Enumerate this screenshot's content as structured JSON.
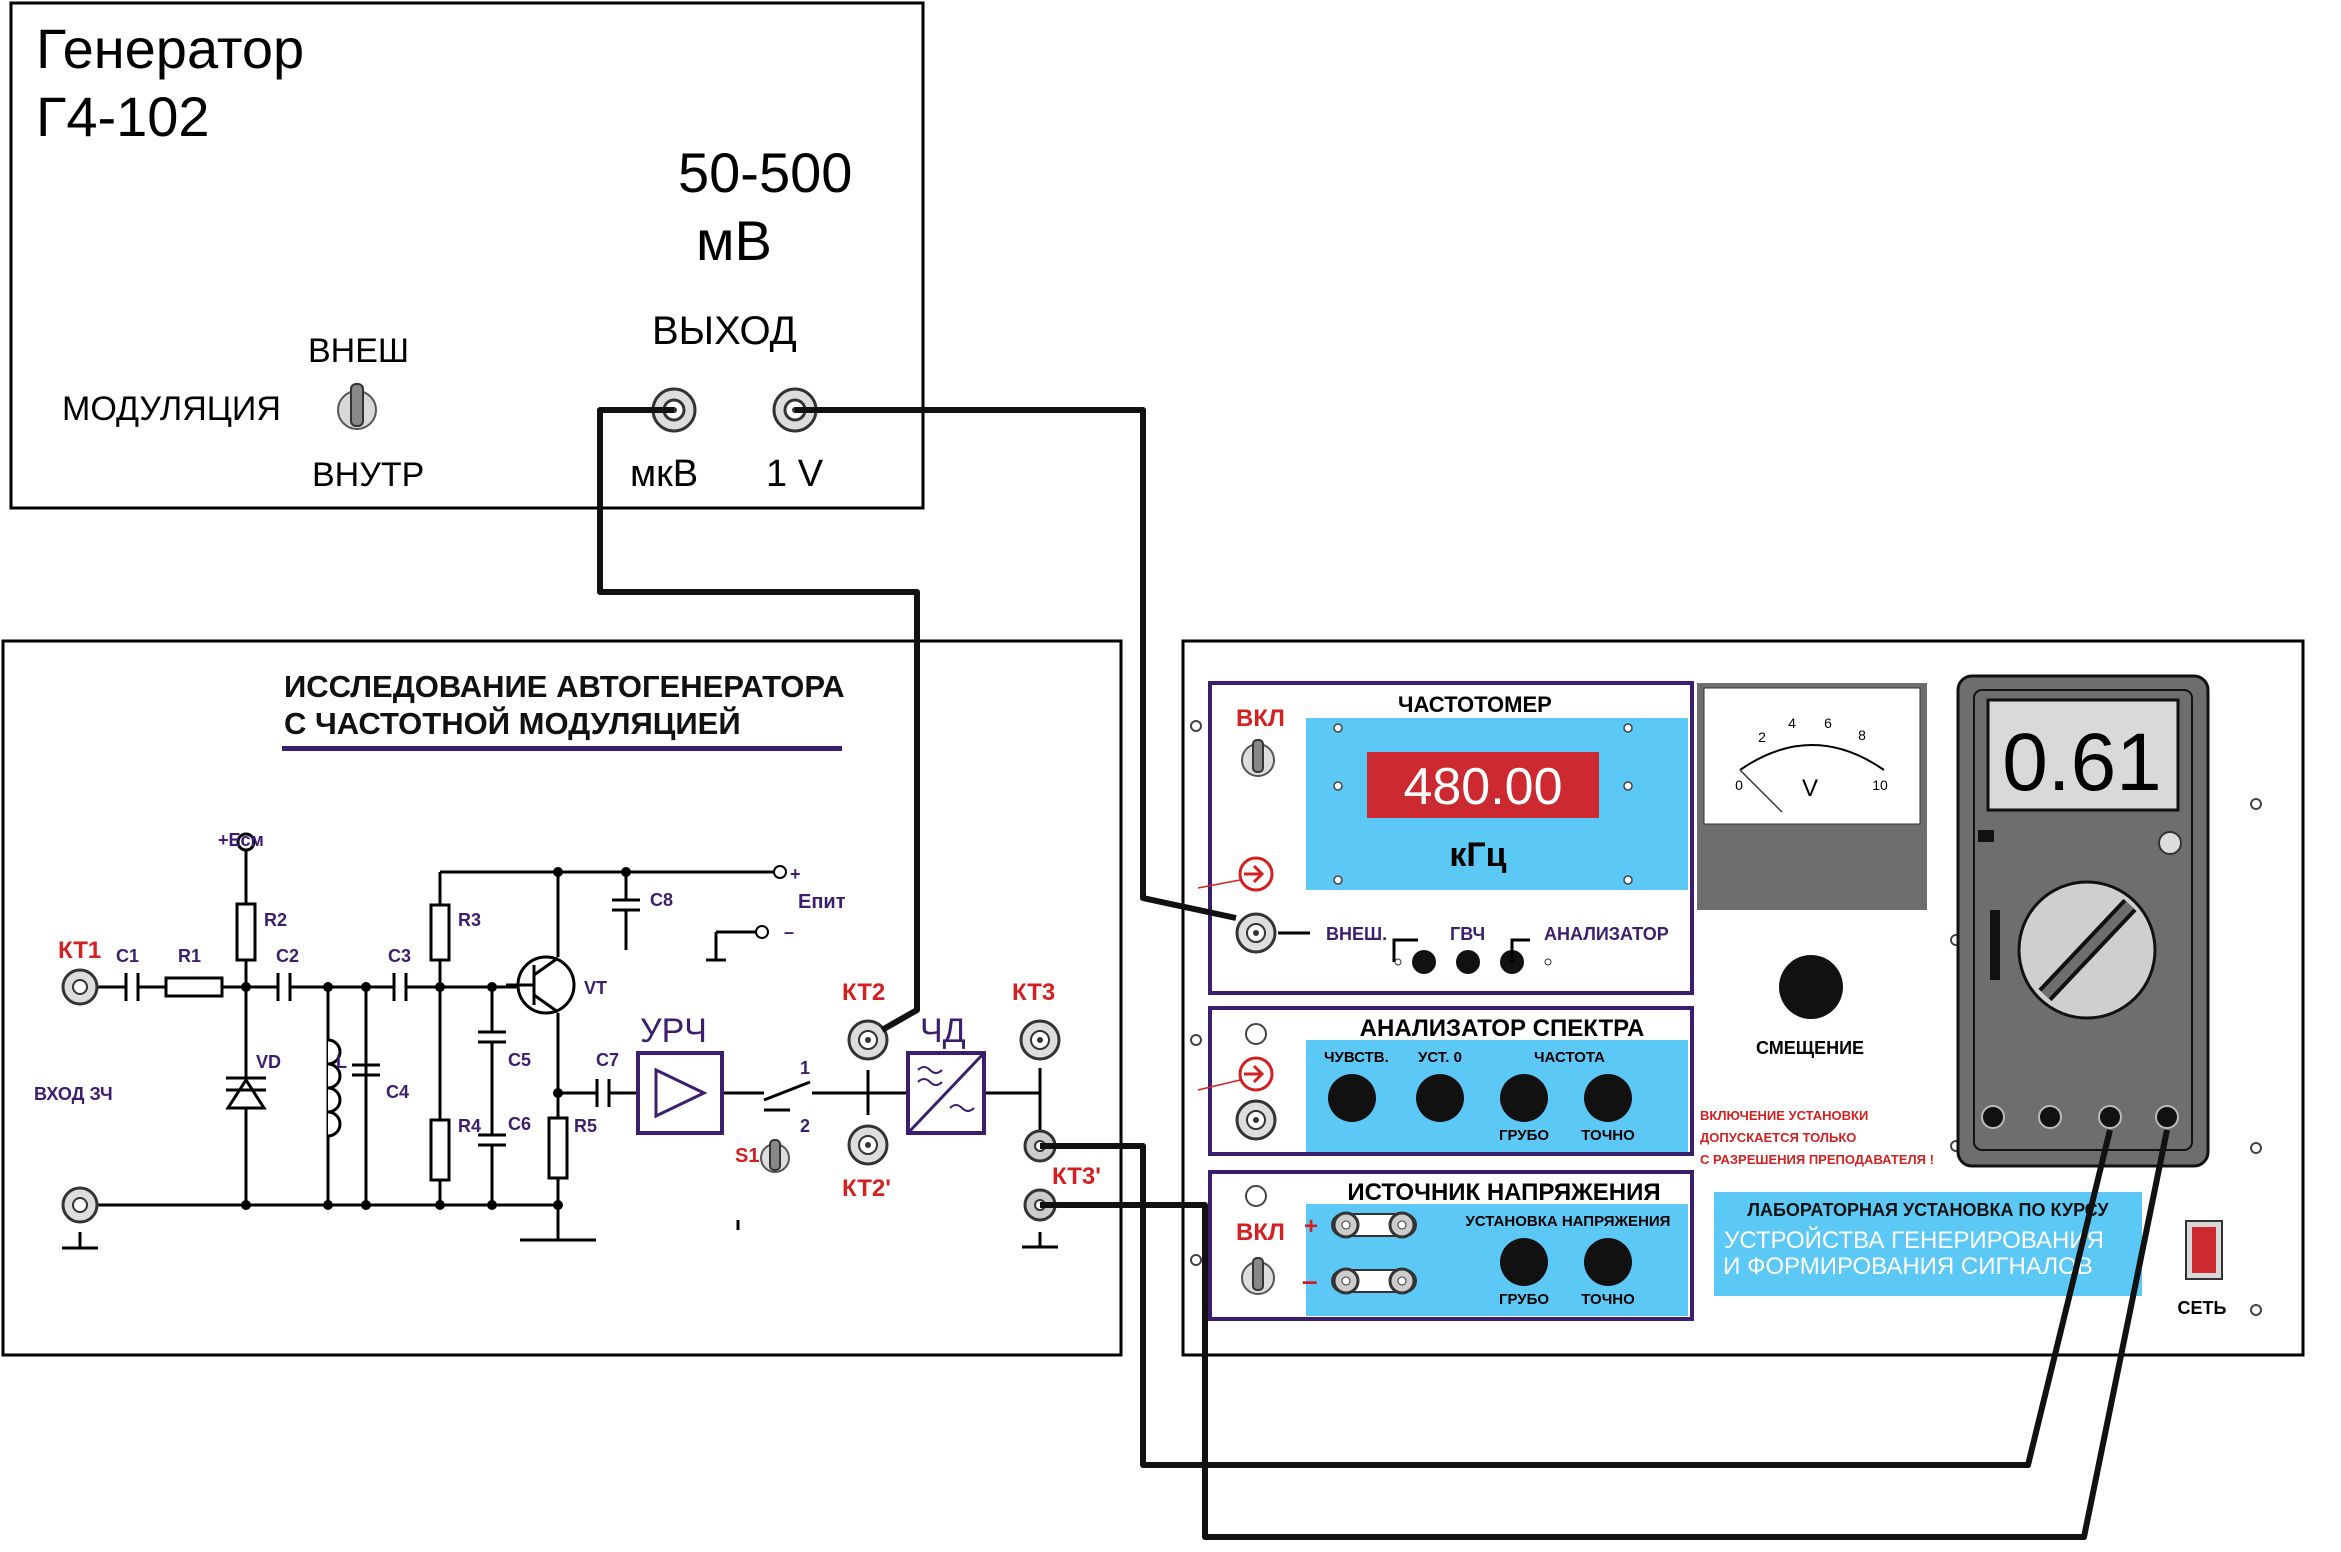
{
  "generator": {
    "title_line1": "Генератор",
    "title_line2": "Г4-102",
    "range": "50-500",
    "range_unit": "мВ",
    "output_label": "ВЫХОД",
    "mod_label": "МОДУЛЯЦИЯ",
    "mod_ext": "ВНЕШ",
    "mod_int": "ВНУТР",
    "jack_mkv": "мкВ",
    "jack_1v": "1 V"
  },
  "board": {
    "title_line1": "ИССЛЕДОВАНИЕ  АВТОГЕНЕРАТОРА",
    "title_line2": "С  ЧАСТОТНОЙ  МОДУЛЯЦИЕЙ",
    "kt1": "КТ1",
    "kt2": "КТ2",
    "kt2p": "КТ2'",
    "kt3": "КТ3",
    "kt3p": "КТ3'",
    "input_label": "ВХОД  ЗЧ",
    "e_sm": "+Eсм",
    "e_pit": "Eпит",
    "plus": "+",
    "minus": "–",
    "urch": "УРЧ",
    "chd": "ЧД",
    "s1": "S1",
    "sw1": "1",
    "sw2": "2",
    "c1": "C1",
    "r1": "R1",
    "c2": "C2",
    "r2": "R2",
    "c3": "C3",
    "r3": "R3",
    "c4": "C4",
    "c5": "C5",
    "c6": "C6",
    "c7": "C7",
    "c8": "C8",
    "r4": "R4",
    "r5": "R5",
    "vd": "VD",
    "l": "L",
    "vt": "VT"
  },
  "freq_meter": {
    "title": "ЧАСТОТОМЕР",
    "on": "ВКЛ",
    "value": "480.00",
    "unit": "кГц",
    "ext": "ВНЕШ.",
    "gvch": "ГВЧ",
    "analyzer": "АНАЛИЗАТОР"
  },
  "spectrum": {
    "title": "АНАЛИЗАТОР СПЕКТРА",
    "sens": "ЧУВСТВ.",
    "zero": "УСТ. 0",
    "freq": "ЧАСТОТА",
    "coarse": "ГРУБО",
    "fine": "ТОЧНО"
  },
  "supply": {
    "title": "ИСТОЧНИК НАПРЯЖЕНИЯ",
    "on": "ВКЛ",
    "set_v": "УСТАНОВКА  НАПРЯЖЕНИЯ",
    "coarse": "ГРУБО",
    "fine": "ТОЧНО",
    "plus": "+",
    "minus": "–"
  },
  "voltmeter": {
    "ticks": [
      "0",
      "2",
      "4",
      "6",
      "8",
      "10"
    ],
    "unit": "V",
    "bias_label": "СМЕЩЕНИЕ"
  },
  "notice": {
    "line1": "ВКЛЮЧЕНИЕ УСТАНОВКИ",
    "line2": "ДОПУСКАЕТСЯ ТОЛЬКО",
    "line3": "С РАЗРЕШЕНИЯ ПРЕПОДАВАТЕЛЯ !"
  },
  "lab_plate": {
    "line1": "ЛАБОРАТОРНАЯ УСТАНОВКА  ПО КУРСУ",
    "line2": "УСТРОЙСТВА ГЕНЕРИРОВАНИЯ",
    "line3": "И ФОРМИРОВАНИЯ  СИГНАЛОВ"
  },
  "multimeter": {
    "value": "0.61"
  },
  "mains": {
    "label": "СЕТЬ"
  },
  "colors": {
    "panel_blue": "#5cc8f5",
    "label_red": "#d42020",
    "purple": "#3d1d6e",
    "display_red": "#cc2a30",
    "meter_gray": "#6e6e6e"
  }
}
